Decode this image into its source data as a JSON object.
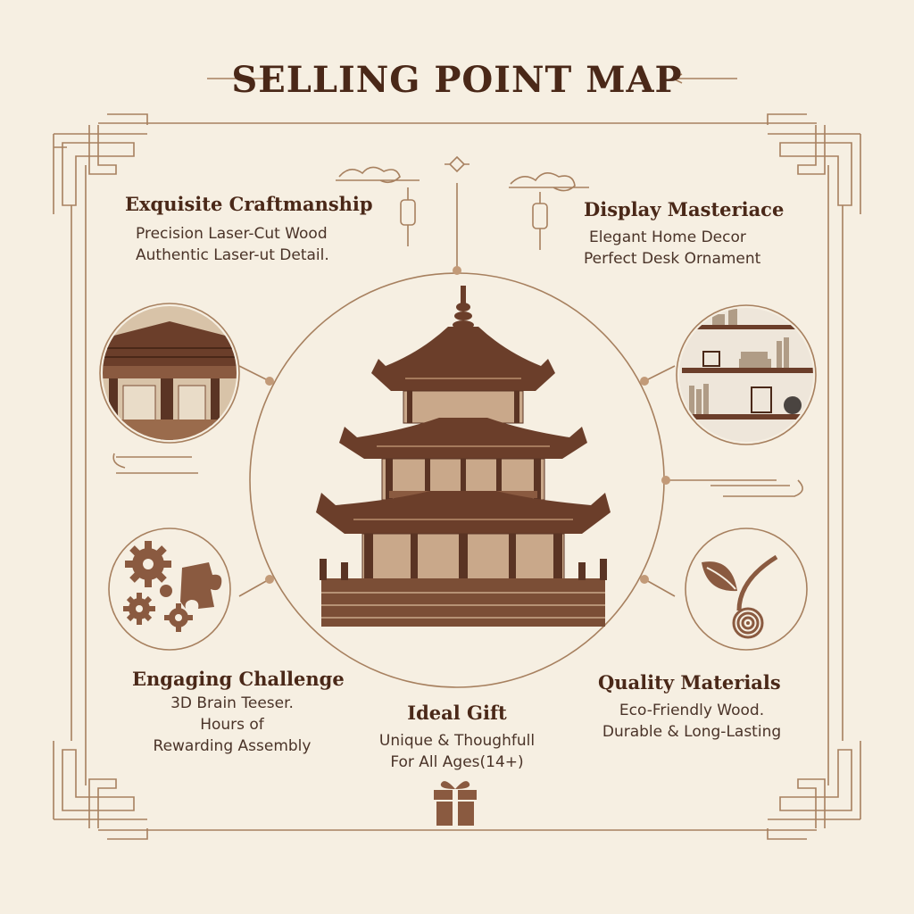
{
  "title": "SELLING POINT MAP",
  "colors": {
    "background": "#f6efe2",
    "line": "#a7805f",
    "wood_dark": "#5a3424",
    "wood_mid": "#7b4e36",
    "wood_light": "#c9a88a",
    "text": "#4a2818"
  },
  "features": {
    "craftsmanship": {
      "heading": "Exquisite Craftmanship",
      "lines": [
        "Precision Laser-Cut Wood",
        "Authentic Laser-ut Detail."
      ]
    },
    "display": {
      "heading": "Display Masteriace",
      "lines": [
        "Elegant Home Decor",
        "Perfect Desk Ornament"
      ]
    },
    "challenge": {
      "heading": "Engaging Challenge",
      "lines": [
        "3D Brain Teeser.",
        "Hours of",
        "Rewarding Assembly"
      ]
    },
    "gift": {
      "heading": "Ideal Gift",
      "lines": [
        "Unique & Thoughfull",
        "For All Ages(14+)"
      ]
    },
    "materials": {
      "heading": "Quality Materials",
      "lines": [
        "Eco-Friendly Wood.",
        "Durable & Long-Lasting"
      ]
    }
  },
  "icons": {
    "craftsmanship": "wooden-roof-detail-icon",
    "display": "bookshelf-icon",
    "challenge": "gears-puzzle-icon",
    "materials": "leaf-wood-log-icon",
    "gift": "gift-box-icon",
    "center": "pagoda-model-icon"
  }
}
